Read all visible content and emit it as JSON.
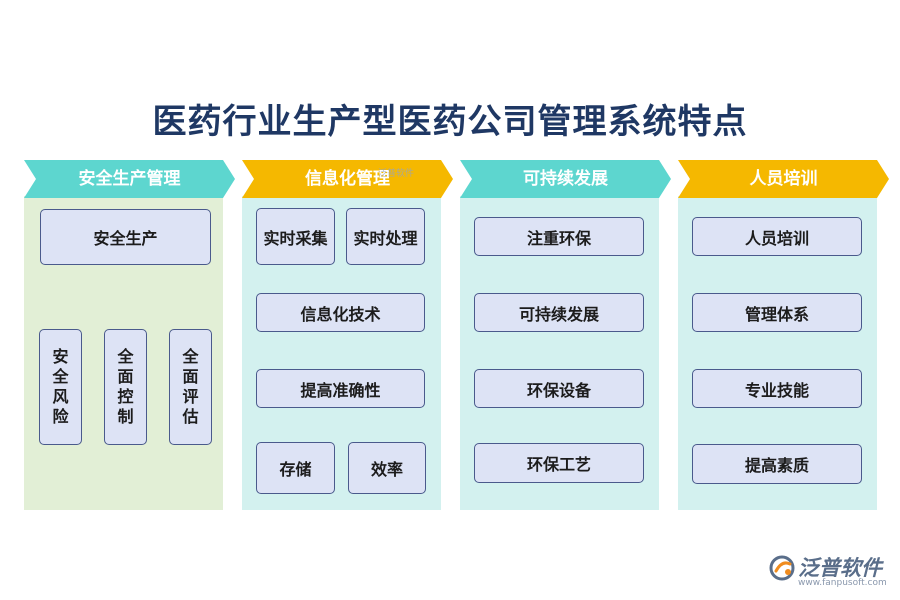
{
  "title": "医药行业生产型医药公司管理系统特点",
  "columns": [
    {
      "header": "安全生产管理",
      "header_color": "#5dd6cf",
      "boxes": [
        "安全生产",
        "安全风险",
        "全面控制",
        "全面评估"
      ]
    },
    {
      "header": "信息化管理",
      "header_color": "#f5b800",
      "boxes": [
        "实时采集",
        "实时处理",
        "信息化技术",
        "提高准确性",
        "存储",
        "效率"
      ]
    },
    {
      "header": "可持续发展",
      "header_color": "#5dd6cf",
      "boxes": [
        "注重环保",
        "可持续发展",
        "环保设备",
        "环保工艺"
      ]
    },
    {
      "header": "人员培训",
      "header_color": "#f5b800",
      "boxes": [
        "人员培训",
        "管理体系",
        "专业技能",
        "提高素质"
      ]
    }
  ],
  "overlay_text": "泛普软件",
  "logo": {
    "name": "泛普软件",
    "url": "www.fanpusoft.com"
  },
  "colors": {
    "title": "#1f3864",
    "box_fill": "#dde3f5",
    "box_border": "#4a5a8c",
    "col1_bg": "#e2efd6",
    "col_bg_cyan": "#d3f1ef"
  }
}
